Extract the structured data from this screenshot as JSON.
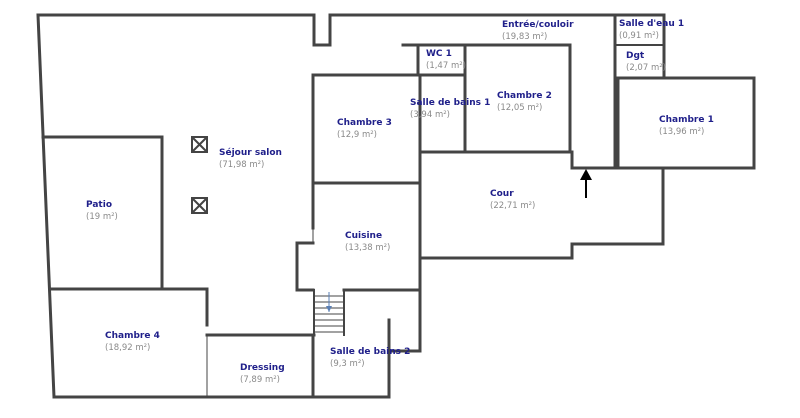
{
  "rooms": {
    "sejour": {
      "name": "Séjour salon",
      "area": "(71,98 m²)"
    },
    "patio": {
      "name": "Patio",
      "area": "(19 m²)"
    },
    "chambre4": {
      "name": "Chambre 4",
      "area": "(18,92 m²)"
    },
    "dressing": {
      "name": "Dressing",
      "area": "(7,89 m²)"
    },
    "chambre3": {
      "name": "Chambre 3",
      "area": "(12,9 m²)"
    },
    "cuisine": {
      "name": "Cuisine",
      "area": "(13,38 m²)"
    },
    "sdb2": {
      "name": "Salle de bains 2",
      "area": "(9,3 m²)"
    },
    "entree": {
      "name": "Entrée/couloir",
      "area": "(19,83 m²)"
    },
    "wc1": {
      "name": "WC 1",
      "area": "(1,47 m²)"
    },
    "sdb1": {
      "name": "Salle de bains 1",
      "area": "(3,94 m²)"
    },
    "chambre2": {
      "name": "Chambre 2",
      "area": "(12,05 m²)"
    },
    "salle_eau1": {
      "name": "Salle d'eau 1",
      "area": "(0,91 m²)"
    },
    "dgt": {
      "name": "Dgt",
      "area": "(2,07 m²)"
    },
    "chambre1": {
      "name": "Chambre 1",
      "area": "(13,96 m²)"
    },
    "cour": {
      "name": "Cour",
      "area": "(22,71 m²)"
    }
  },
  "colors": {
    "wall": "#444444",
    "room_name": "#1f1f8a",
    "area": "#8a8a8a"
  }
}
